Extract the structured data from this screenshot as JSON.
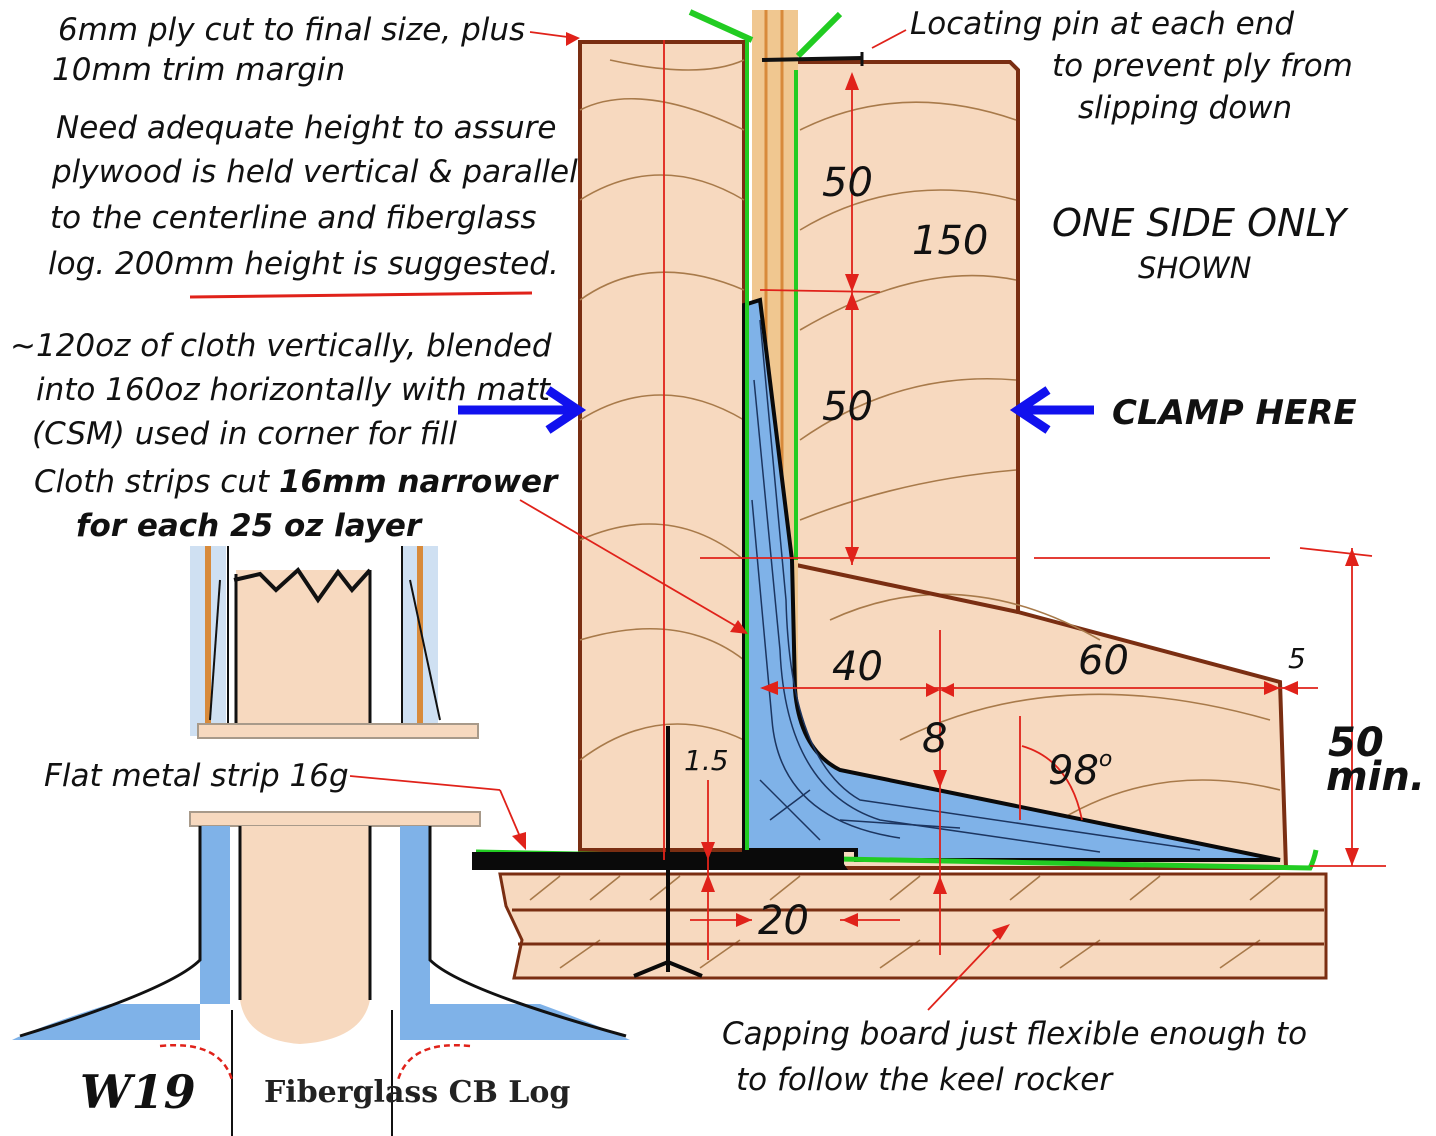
{
  "notes": {
    "ply_line1": "6mm ply cut to final size, plus",
    "ply_line2": "10mm trim margin",
    "height_line1": "Need adequate height to assure",
    "height_line2": "plywood is held vertical & parallel",
    "height_line3": "to the centerline and fiberglass",
    "height_line4": "log. 200mm height is suggested.",
    "cloth_line1": "~120oz of cloth vertically, blended",
    "cloth_line2": "into 160oz horizontally with matt",
    "cloth_line3": "(CSM) used in corner for fill",
    "strips_line1a": "Cloth strips cut ",
    "strips_line1b": "16mm narrower",
    "strips_line2": "for each 25 oz layer",
    "metal_strip": "Flat metal strip  16g",
    "pin_line1": "Locating pin at each end",
    "pin_line2": "to prevent ply from",
    "pin_line3": "slipping down",
    "one_side_line1": "ONE SIDE ONLY",
    "one_side_line2": "SHOWN",
    "clamp": "CLAMP HERE",
    "capping_line1": "Capping board just flexible enough to",
    "capping_line2": "to follow the keel rocker"
  },
  "dimensions": {
    "d50_upper": "50",
    "d150": "150",
    "d50_lower": "50",
    "d40": "40",
    "d60": "60",
    "d5": "5",
    "d8": "8",
    "angle": "98",
    "angle_unit": "o",
    "d50min": "50",
    "min_label": "min.",
    "d1_5": "1.5",
    "d20": "20"
  },
  "title": {
    "id": "W19",
    "text": "Fiberglass CB Log"
  },
  "colors": {
    "wood": "#f7d9bf",
    "grain": "#a87a4a",
    "outline": "#7a2e12",
    "fiberglass": "#7fb2e8",
    "green": "#22cc22",
    "dimension_red": "#e0221a",
    "arrow_blue": "#1111ee"
  }
}
